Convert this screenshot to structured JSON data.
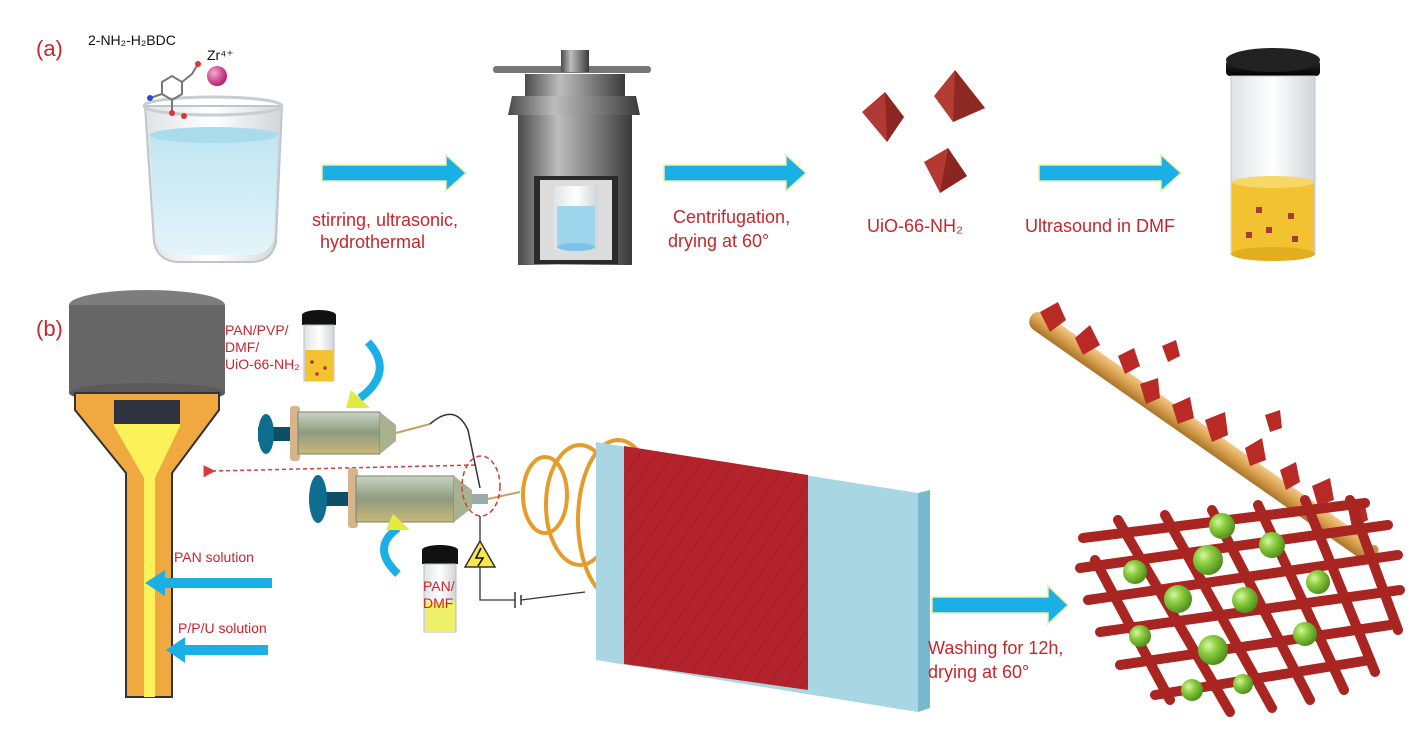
{
  "colors": {
    "label_red": "#c8262c",
    "arrow_blue": "#1ab0e6",
    "fiber_tan": "#d9a14e",
    "crystal_red": "#b03a33",
    "collector_red": "#b8242c",
    "collector_blue": "#a9d6e3",
    "sphere_green": "#7fc63b",
    "liquid_yellow": "#f2c230",
    "tube_orange": "#f0a840",
    "tube_yellow": "#fbf25a"
  },
  "panel_a": {
    "label": "(a)",
    "reagent_1": "2-NH₂-H₂BDC",
    "reagent_2": "Zr⁴⁺",
    "step_1": [
      "stirring, ultrasonic,",
      "hydrothermal"
    ],
    "step_2": [
      "Centrifugation,",
      "drying at 60°"
    ],
    "product": "UiO-66-NH₂",
    "step_3": "Ultrasound in DMF"
  },
  "panel_b": {
    "label": "(b)",
    "shell_vial_label": [
      "PAN/PVP/",
      "DMF/",
      "UiO-66-NH₂"
    ],
    "core_vial_label": [
      "PAN/",
      "DMF"
    ],
    "shell_solution": "PAN solution",
    "core_solution": "P/P/U solution",
    "final_step": [
      "Washing for 12h,",
      "drying at 60°"
    ]
  }
}
